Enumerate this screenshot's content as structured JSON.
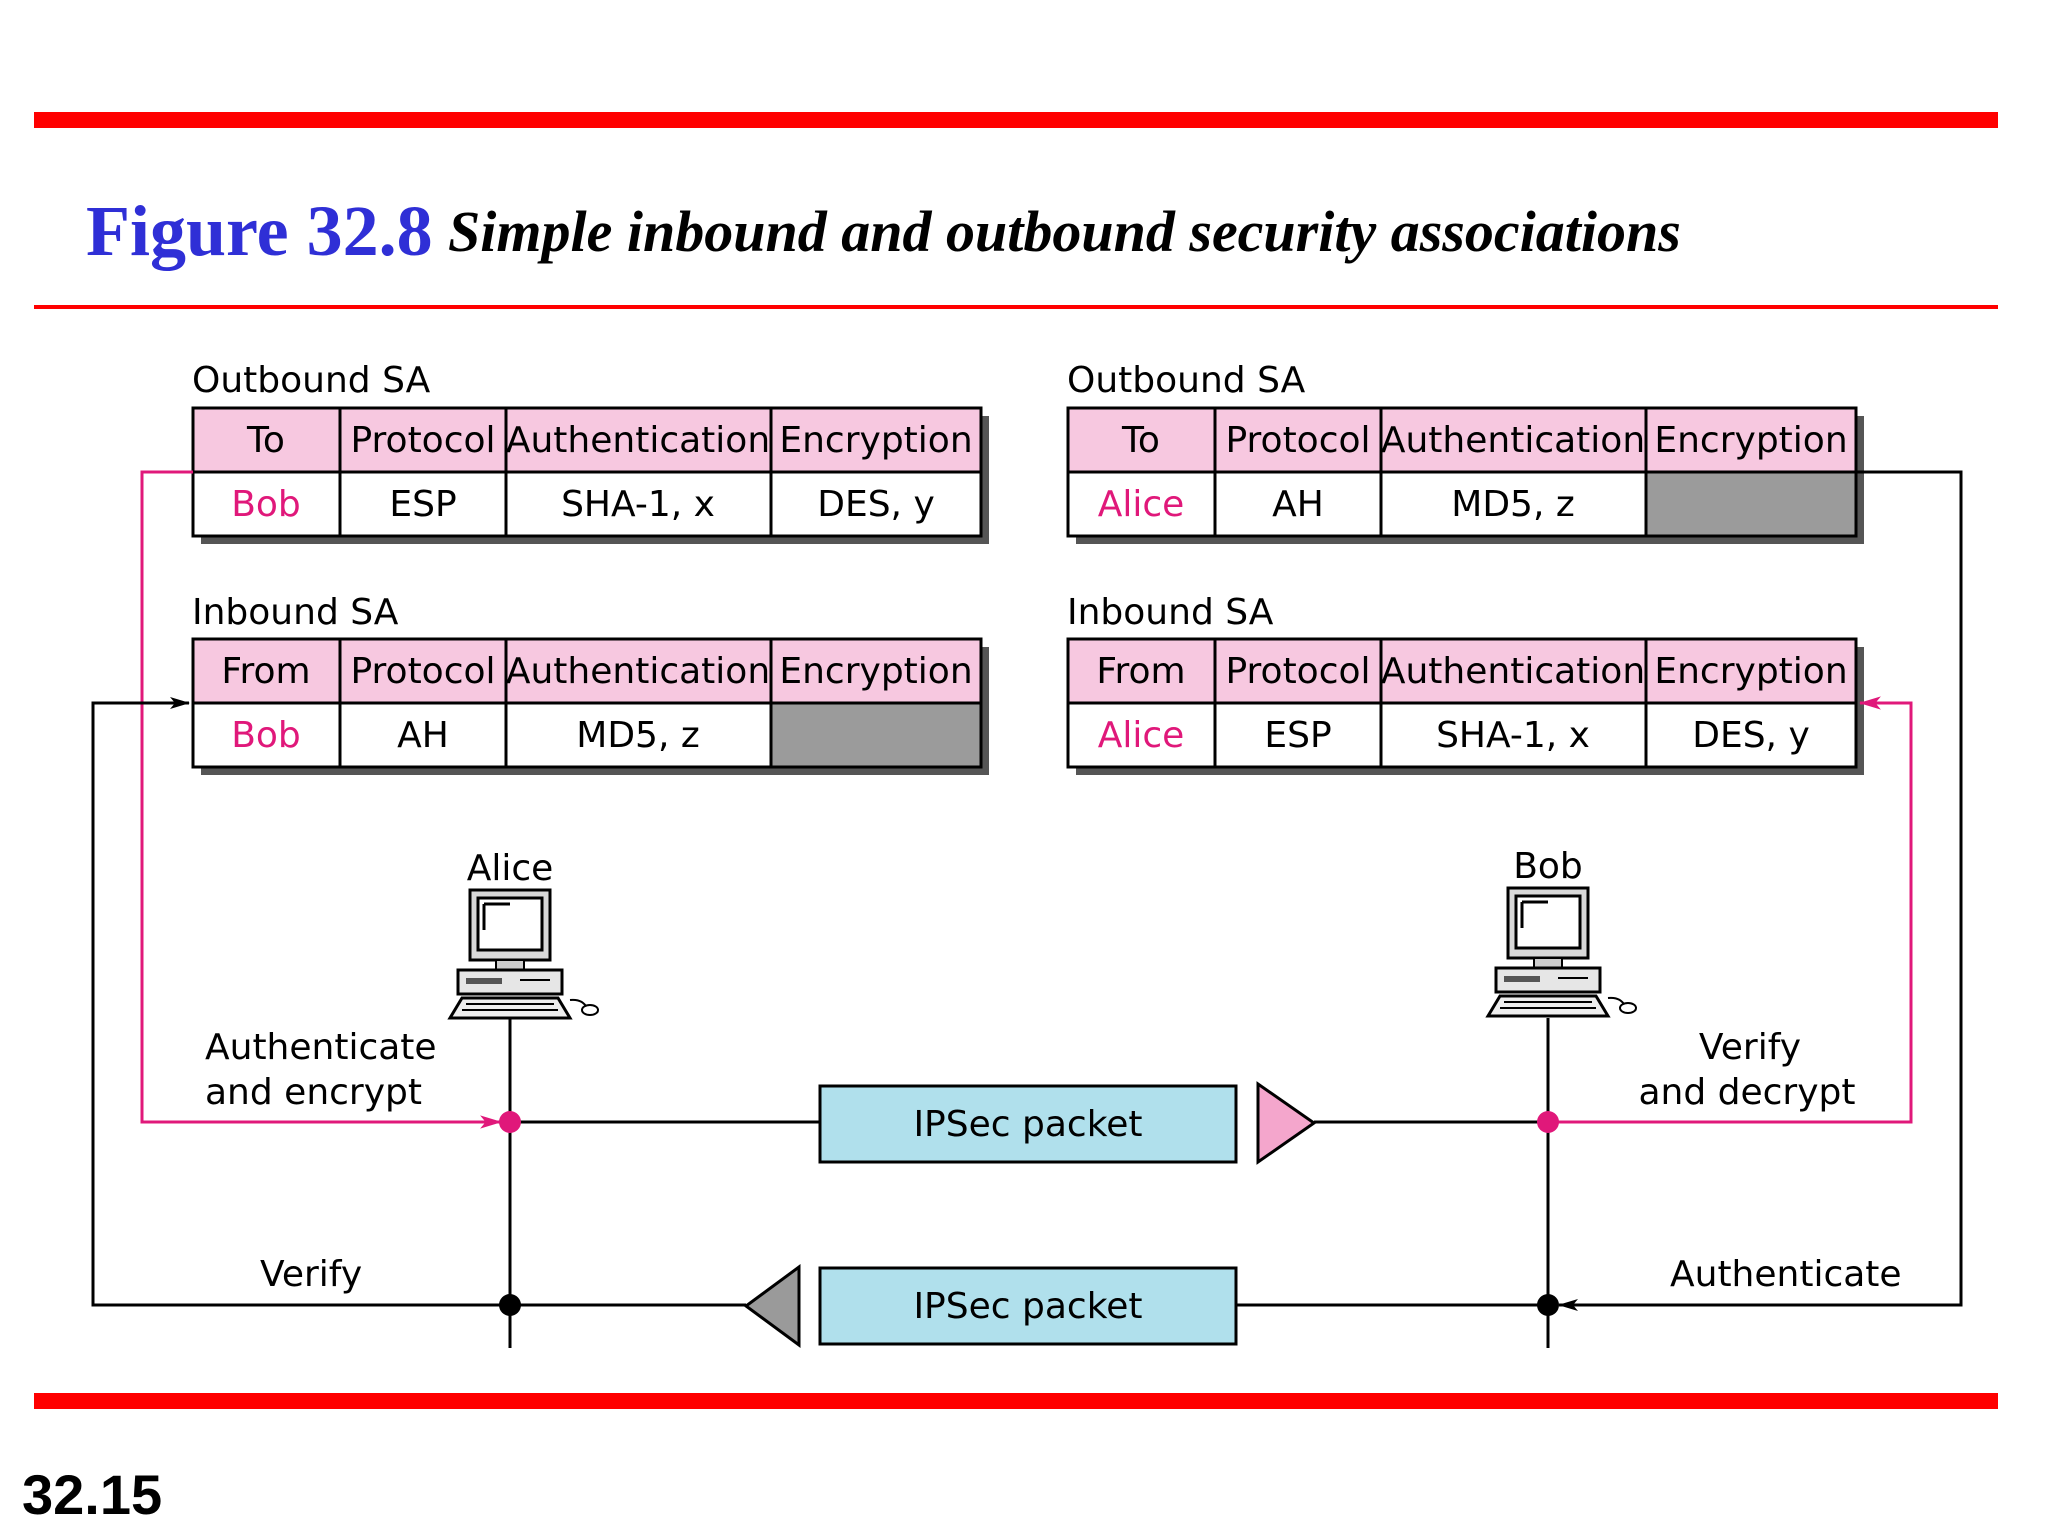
{
  "title": {
    "figure": "Figure 32.8",
    "caption": "Simple inbound and outbound security associations"
  },
  "slide_number": "32.15",
  "alice_side": {
    "outbound_sa": {
      "label": "Outbound SA",
      "headers": [
        "To",
        "Protocol",
        "Authentication",
        "Encryption"
      ],
      "row": [
        "Bob",
        "ESP",
        "SHA-1, x",
        "DES, y"
      ]
    },
    "inbound_sa": {
      "label": "Inbound SA",
      "headers": [
        "From",
        "Protocol",
        "Authentication",
        "Encryption"
      ],
      "row": [
        "Bob",
        "AH",
        "MD5, z",
        ""
      ]
    }
  },
  "bob_side": {
    "outbound_sa": {
      "label": "Outbound SA",
      "headers": [
        "To",
        "Protocol",
        "Authentication",
        "Encryption"
      ],
      "row": [
        "Alice",
        "AH",
        "MD5, z",
        ""
      ]
    },
    "inbound_sa": {
      "label": "Inbound SA",
      "headers": [
        "From",
        "Protocol",
        "Authentication",
        "Encryption"
      ],
      "row": [
        "Alice",
        "ESP",
        "SHA-1, x",
        "DES, y"
      ]
    }
  },
  "hosts": {
    "alice": "Alice",
    "bob": "Bob"
  },
  "labels": {
    "authenticate_encrypt_1": "Authenticate",
    "authenticate_encrypt_2": "and encrypt",
    "verify_decrypt_1": "Verify",
    "verify_decrypt_2": "and decrypt",
    "verify": "Verify",
    "authenticate": "Authenticate"
  },
  "packets": {
    "top": "IPSec packet",
    "bottom": "IPSec packet"
  },
  "colors": {
    "rule_red": "#ff0000",
    "header_pink": "#f7c8e0",
    "name_pink": "#e0187a",
    "packet_blue": "#b0e0ec",
    "empty_cell_gray": "#9b9b9b",
    "triangle_pink": "#f4a6cc",
    "triangle_gray": "#9a9a9a"
  }
}
